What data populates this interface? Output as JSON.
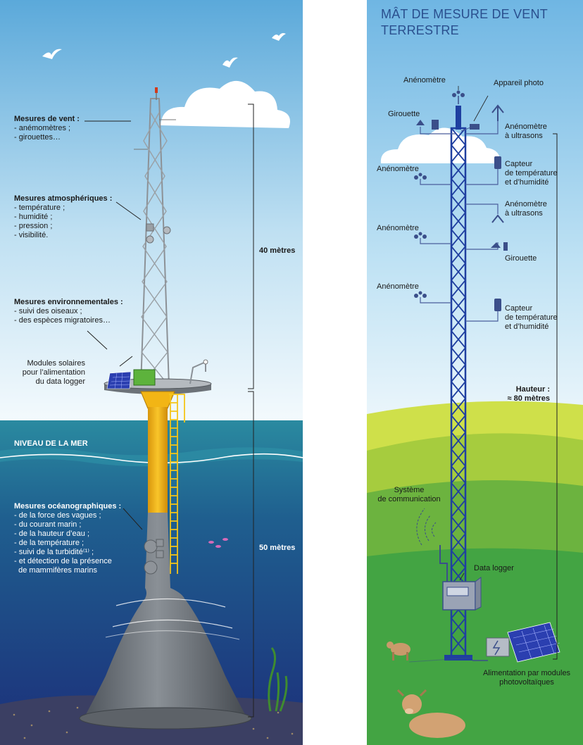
{
  "left": {
    "wind": {
      "title": "Mesures de vent :",
      "items": [
        "- anémomètres ;",
        "- girouettes…"
      ]
    },
    "atmo": {
      "title": "Mesures atmosphériques :",
      "items": [
        "- température ;",
        "- humidité ;",
        "- pression ;",
        "- visibilité."
      ]
    },
    "env": {
      "title": "Mesures environnementales :",
      "items": [
        "- suivi des oiseaux ;",
        "- des espèces migratoires…"
      ]
    },
    "solar": [
      "Modules solaires",
      "pour l’alimentation",
      "du data logger"
    ],
    "height_top": "40 mètres",
    "sea_level": "NIVEAU DE LA MER",
    "ocean": {
      "title": "Mesures océanographiques :",
      "items": [
        "- de la force des vagues ;",
        "- du courant marin ;",
        "- de la hauteur d’eau ;",
        "- de la température ;",
        "- suivi de la turbidité⁽¹⁾ ;",
        "- et détection de la présence",
        "  de mammifères marins"
      ]
    },
    "height_bottom": "50 mètres"
  },
  "right": {
    "title": [
      "MÂT DE MESURE DE VENT",
      "TERRESTRE"
    ],
    "anemometre_top": "Anénomètre",
    "camera": "Appareil photo",
    "girouette_top": "Girouette",
    "ultrason_top": [
      "Anénomètre",
      "à ultrasons"
    ],
    "anemometre_2": "Anénomètre",
    "capteur_1": [
      "Capteur",
      "de température",
      "et d’humidité"
    ],
    "ultrason_2": [
      "Anénomètre",
      "à ultrasons"
    ],
    "anemometre_3": "Anénomètre",
    "girouette_2": "Girouette",
    "anemometre_4": "Anénomètre",
    "capteur_2": [
      "Capteur",
      "de température",
      "et d’humidité"
    ],
    "height": [
      "Hauteur :",
      "≈ 80 mètres"
    ],
    "comm": [
      "Système",
      "de communication"
    ],
    "datalogger": "Data logger",
    "power": [
      "Alimentation par modules",
      "photovoltaïques"
    ]
  },
  "colors": {
    "sky_top": "#5ba9da",
    "sea": "#2a8aa0",
    "deep_sea": "#1c2f7a",
    "yellow": "#f2b515",
    "tower_blue": "#1f3fa0",
    "title_blue": "#2a4f8e",
    "grass": "#43a443"
  }
}
